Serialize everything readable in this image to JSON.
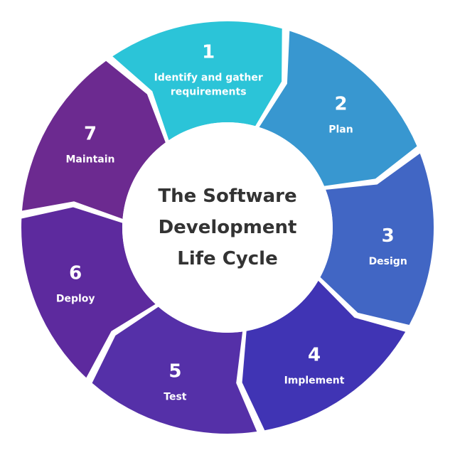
{
  "title": {
    "lines": [
      "The Software",
      "Development",
      "Life Cycle"
    ]
  },
  "stages": [
    {
      "number": "1",
      "label_lines": [
        "Identify and gather",
        "requirements"
      ],
      "color": "#2bc4d8"
    },
    {
      "number": "2",
      "label_lines": [
        "Plan"
      ],
      "color": "#3897d0"
    },
    {
      "number": "3",
      "label_lines": [
        "Design"
      ],
      "color": "#4166c4"
    },
    {
      "number": "4",
      "label_lines": [
        "Implement"
      ],
      "color": "#4034b4"
    },
    {
      "number": "5",
      "label_lines": [
        "Test"
      ],
      "color": "#5530a8"
    },
    {
      "number": "6",
      "label_lines": [
        "Deploy"
      ],
      "color": "#5d2a9e"
    },
    {
      "number": "7",
      "label_lines": [
        "Maintain"
      ],
      "color": "#6c2a90"
    }
  ],
  "colors": {
    "center_fill": "#ffffff",
    "title_text": "#333333",
    "label_text": "#ffffff"
  }
}
